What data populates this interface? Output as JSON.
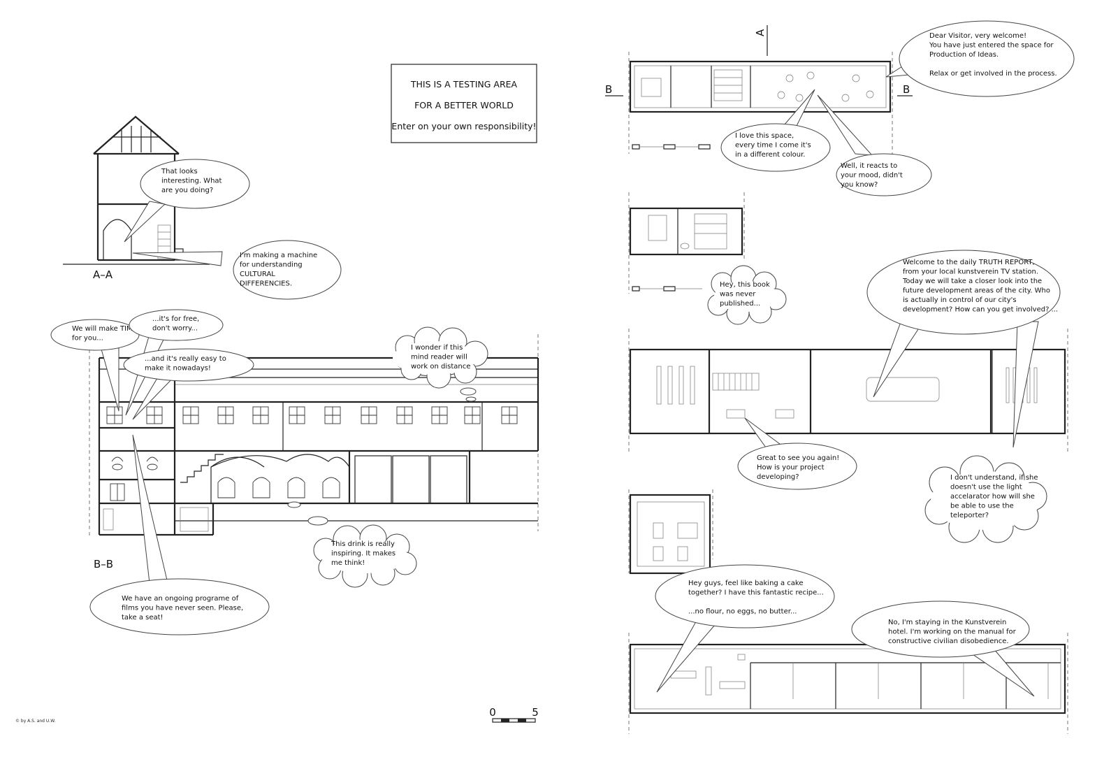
{
  "notice": {
    "line1": "THIS IS A TESTING AREA",
    "line2": "FOR A BETTER WORLD",
    "line3": "Enter on your own responsibility!"
  },
  "section_labels": {
    "aa": "A–A",
    "bb": "B–B",
    "a_marker": "A",
    "b_left": "B",
    "b_right": "B"
  },
  "scale": {
    "zero": "0",
    "five": "5"
  },
  "copyright": "© by A.S. and U.W.",
  "bubbles": {
    "looks_interesting": [
      "That looks",
      "interesting. What",
      "are you doing?"
    ],
    "making_machine": [
      "I'm making a machine",
      "for understanding",
      "CULTURAL",
      "DIFFERENCIES."
    ],
    "make_time": [
      "We will make TIME",
      "for you..."
    ],
    "its_free": [
      "...it's for free,",
      "don't worry..."
    ],
    "really_easy": [
      "...and it's really easy to",
      "make it nowadays!"
    ],
    "mind_reader": [
      "I wonder if this",
      "mind reader will",
      "work on distance"
    ],
    "drink": [
      "This drink is really",
      "inspiring. It makes",
      "me think!"
    ],
    "films": [
      "We have an ongoing programe of",
      "films you have never seen. Please,",
      "take a seat!"
    ],
    "dear_visitor": [
      "Dear Visitor, very welcome!",
      "You have just entered the space for",
      "Production of Ideas.",
      "",
      "Relax or get involved in the process."
    ],
    "love_space": [
      "I love this space,",
      "every time I come it's",
      "in a different colour."
    ],
    "reacts": [
      "Well, it reacts to",
      "your mood, didn't",
      "you know?"
    ],
    "book": [
      "Hey, this book",
      "was never",
      "published..."
    ],
    "truth_report": [
      "Welcome to the daily TRUTH REPORT,",
      "from your local kunstverein TV station.",
      "Today we will take a closer look into the",
      "future development areas of the city. Who",
      "is actually in control of our city's",
      "development? How can you get involved? ..."
    ],
    "great_to_see": [
      "Great to see you again!",
      "How is your project",
      "developing?"
    ],
    "dont_understand": [
      "I don't understand, if she",
      "doesn't use the light",
      "accelarator how will she",
      "be able to use the",
      "teleporter?"
    ],
    "baking": [
      "Hey guys, feel like baking a cake",
      "together? I have this fantastic recipe...",
      "",
      "...no flour, no eggs, no butter..."
    ],
    "staying": [
      "No, I'm staying in the Kunstverein",
      "hotel. I'm working on the manual for",
      "constructive civilian disobedience."
    ]
  }
}
